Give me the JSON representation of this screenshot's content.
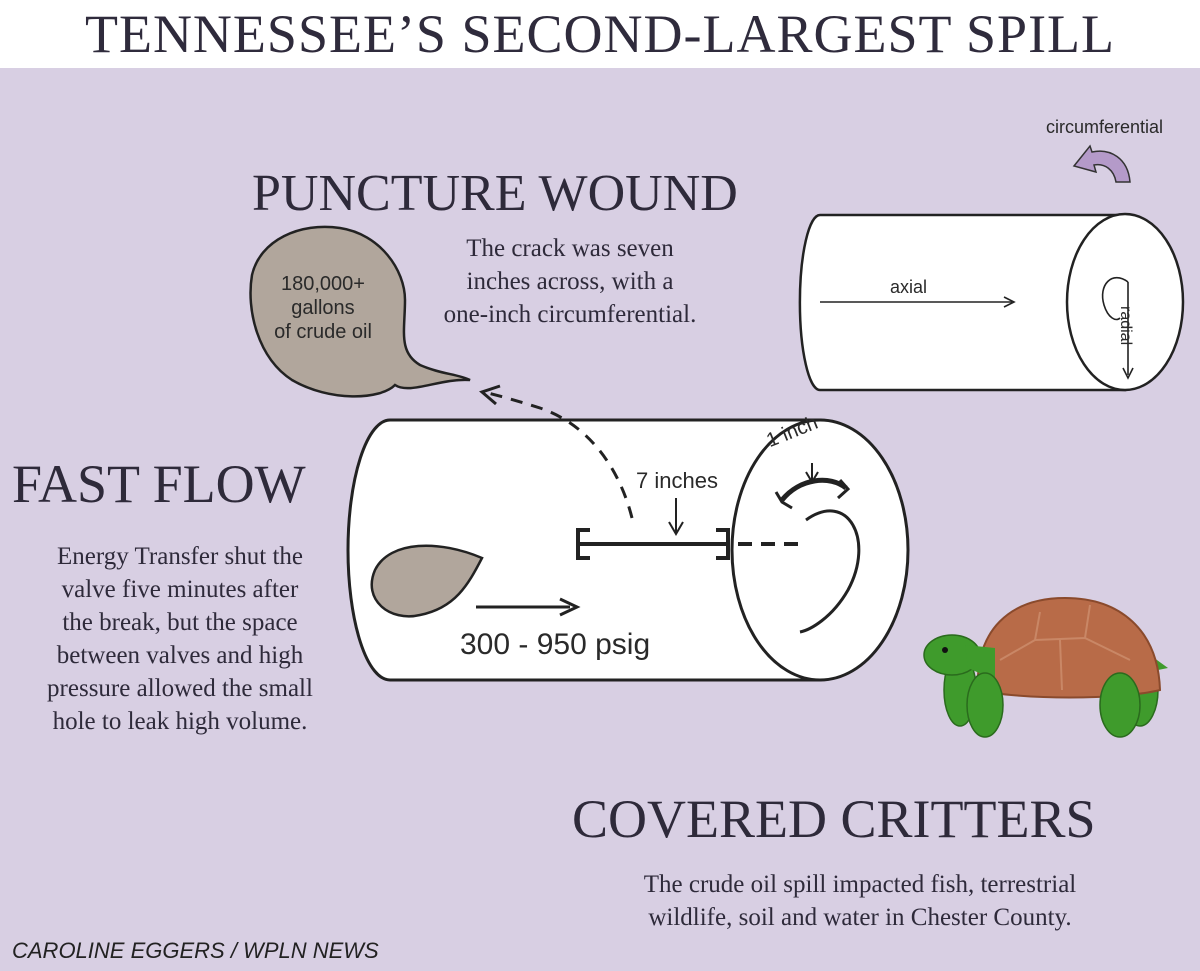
{
  "title": "TENNESSEE’S SECOND-LARGEST SPILL",
  "puncture": {
    "heading": "PUNCTURE WOUND",
    "lines": [
      "The crack was seven",
      "inches across, with a",
      "one-inch circumferential."
    ]
  },
  "fast_flow": {
    "heading": "FAST FLOW",
    "lines": [
      "Energy Transfer shut the",
      "valve five minutes after",
      "the break, but the space",
      "between valves and high",
      "pressure allowed the small",
      "hole to leak high volume."
    ]
  },
  "critters": {
    "heading": "COVERED CRITTERS",
    "lines": [
      "The crude oil spill impacted fish, terrestrial",
      "wildlife, soil and water in Chester County."
    ]
  },
  "bubble": {
    "lines": [
      "180,000+",
      "gallons",
      "of crude oil"
    ]
  },
  "pipe_labels": {
    "seven_inches": "7 inches",
    "one_inch": "1 inch",
    "pressure": "300 - 950 psig"
  },
  "axes": {
    "circumferential": "circumferential",
    "axial": "axial",
    "radial": "radial"
  },
  "credit": "CAROLINE EGGERS / WPLN NEWS",
  "colors": {
    "background": "#d8cfe3",
    "oil": "#b1a69c",
    "turtle_skin": "#3f9b2c",
    "turtle_shell": "#b86b48",
    "arrow_fill": "#b49ac9"
  }
}
